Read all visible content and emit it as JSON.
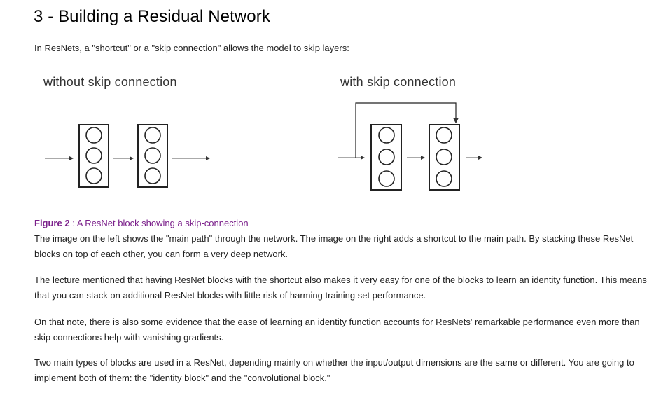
{
  "section": {
    "title": "3 - Building a Residual Network"
  },
  "intro": "In ResNets, a \"shortcut\" or a \"skip connection\" allows the model to skip layers:",
  "figure": {
    "left_label": "without skip connection",
    "right_label": "with skip connection",
    "caption_bold": "Figure 2",
    "caption_rest": " : A ResNet block showing a skip-connection"
  },
  "paragraphs": [
    "The image on the left shows the \"main path\" through the network. The image on the right adds a shortcut to the main path. By stacking these ResNet blocks on top of each other, you can form a very deep network.",
    "The lecture mentioned that having ResNet blocks with the shortcut also makes it very easy for one of the blocks to learn an identity function. This means that you can stack on additional ResNet blocks with little risk of harming training set performance.",
    "On that note, there is also some evidence that the ease of learning an identity function accounts for ResNets' remarkable performance even more than skip connections help with vanishing gradients.",
    "Two main types of blocks are used in a ResNet, depending mainly on whether the input/output dimensions are the same or different. You are going to implement both of them: the \"identity block\" and the \"convolutional block.\""
  ],
  "colors": {
    "caption": "#7a1f8a",
    "text": "#222222",
    "heading": "#000000"
  }
}
